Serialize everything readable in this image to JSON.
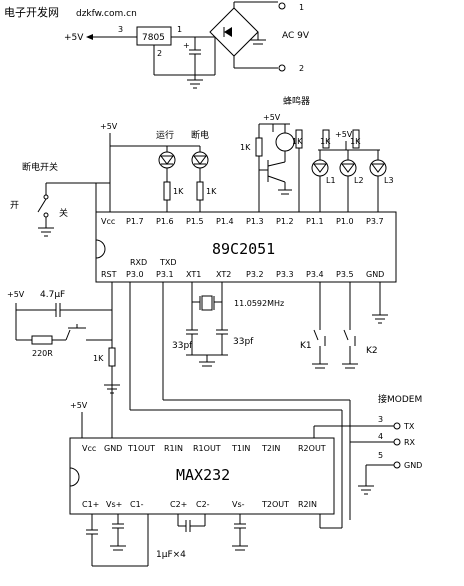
{
  "header": {
    "title": "电子开发网",
    "url": "dzkfw.com.cn"
  },
  "power": {
    "plus5v": "+5V",
    "regulator": "7805",
    "pin1": "1",
    "pin2": "2",
    "pin3": "3",
    "ac_input": "AC 9V",
    "terminal1": "1",
    "terminal2": "2"
  },
  "buzzer": {
    "label": "蜂鸣器",
    "supply": "+5V",
    "resistor": "1K"
  },
  "run_leds": {
    "run": "运行",
    "stop": "断电",
    "r1": "1K",
    "r2": "1K"
  },
  "leds": {
    "supply": "+5V",
    "r1": "1K",
    "r2": "1K",
    "r3": "1K",
    "l1": "L1",
    "l2": "L2",
    "l3": "L3"
  },
  "switch": {
    "title": "断电开关",
    "on": "开",
    "off": "关"
  },
  "mcu": {
    "name": "89C2051",
    "top_pins": [
      "Vcc",
      "P1.7",
      "P1.6",
      "P1.5",
      "P1.4",
      "P1.3",
      "P1.2",
      "P1.1",
      "P1.0",
      "P3.7"
    ],
    "bottom_pins": [
      "RST",
      "P3.0",
      "P3.1",
      "XT1",
      "XT2",
      "P3.2",
      "P3.3",
      "P3.4",
      "P3.5",
      "GND"
    ],
    "rxd": "RXD",
    "txd": "TXD",
    "vcc_supply": "+5V"
  },
  "reset": {
    "supply": "+5V",
    "cap": "4.7μF",
    "r_series": "220R",
    "r_pull": "1K"
  },
  "crystal": {
    "freq": "11.0592MHz",
    "c1": "33pf",
    "c2": "33pf"
  },
  "keys": {
    "k1": "K1",
    "k2": "K2"
  },
  "max232": {
    "name": "MAX232",
    "top_pins": [
      "Vcc",
      "GND",
      "T1OUT",
      "R1IN",
      "R1OUT",
      "T1IN",
      "T2IN",
      "R2OUT"
    ],
    "bottom_pins": [
      "C1+",
      "Vs+",
      "C1-",
      "C2+",
      "C2-",
      "Vs-",
      "T2OUT",
      "R2IN"
    ],
    "supply": "+5V",
    "caps": "1μF×4"
  },
  "modem": {
    "title": "接MODEM",
    "pins": [
      {
        "num": "3",
        "sig": "TX"
      },
      {
        "num": "4",
        "sig": "RX"
      },
      {
        "num": "5",
        "sig": "GND"
      }
    ]
  }
}
